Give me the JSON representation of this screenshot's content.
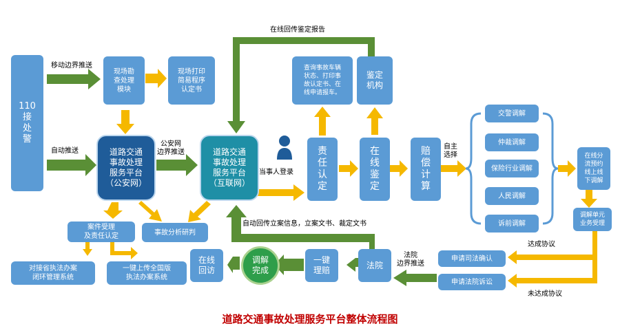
{
  "title": "道路交通事故处理服务平台整体流程图",
  "nodes": {
    "n110": "110\n接\n处\n警",
    "scene": "现场勘\n查处理\n模块",
    "print": "现场打印\n简易程序\n认定书",
    "public": "道路交通\n事故处理\n服务平台\n（公安网）",
    "internet": "道路交通\n事故处理\n服务平台\n（互联网）",
    "case": "案件受理\n及责任认定",
    "analysis": "事故分析研判",
    "province": "对接省执法办案\n闭环管理系统",
    "national": "一键上传全国版\n执法办案系统",
    "query": "查询事故车辆\n状态、打印事\n故认定书、在\n线申请报车。",
    "agency": "鉴定\n机构",
    "liability": "责\n任\n认\n定",
    "appraisal": "在\n线\n鉴\n定",
    "compensation": "赔\n偿\n计\n算",
    "police_med": "交警调解",
    "arbitration": "仲裁调解",
    "insurance_med": "保险行业调解",
    "people_med": "人民调解",
    "pre_litigation": "诉前调解",
    "online_court": "在线分\n流预约\n线上线\n下调解",
    "unit": "调解单元\n业务受理",
    "judicial": "申请司法确认",
    "lawsuit": "申请法院诉讼",
    "court": "法院",
    "one_click": "一键\n理赔",
    "done": "调解\n完成",
    "visit": "在线\n回访"
  },
  "labels": {
    "mobile_push": "移动边界推送",
    "auto_push": "自动推送",
    "public_boundary": "公安网\n边界推送",
    "party_login": "当事人登录",
    "report_back": "在线回传鉴定报告",
    "choose": "自主\n选择",
    "agreed": "达成协议",
    "not_agreed": "未达成协议",
    "court_push": "法院\n边界推送",
    "court_return": "自动回传立案信息，立案文书、裁定文书"
  },
  "colors": {
    "box": "#5b9bd5",
    "dark": "#1f5c99",
    "green_arrow": "#548235",
    "yellow_arrow": "#f7b600",
    "title": "#c00000"
  },
  "icons": [
    "user-icon"
  ]
}
